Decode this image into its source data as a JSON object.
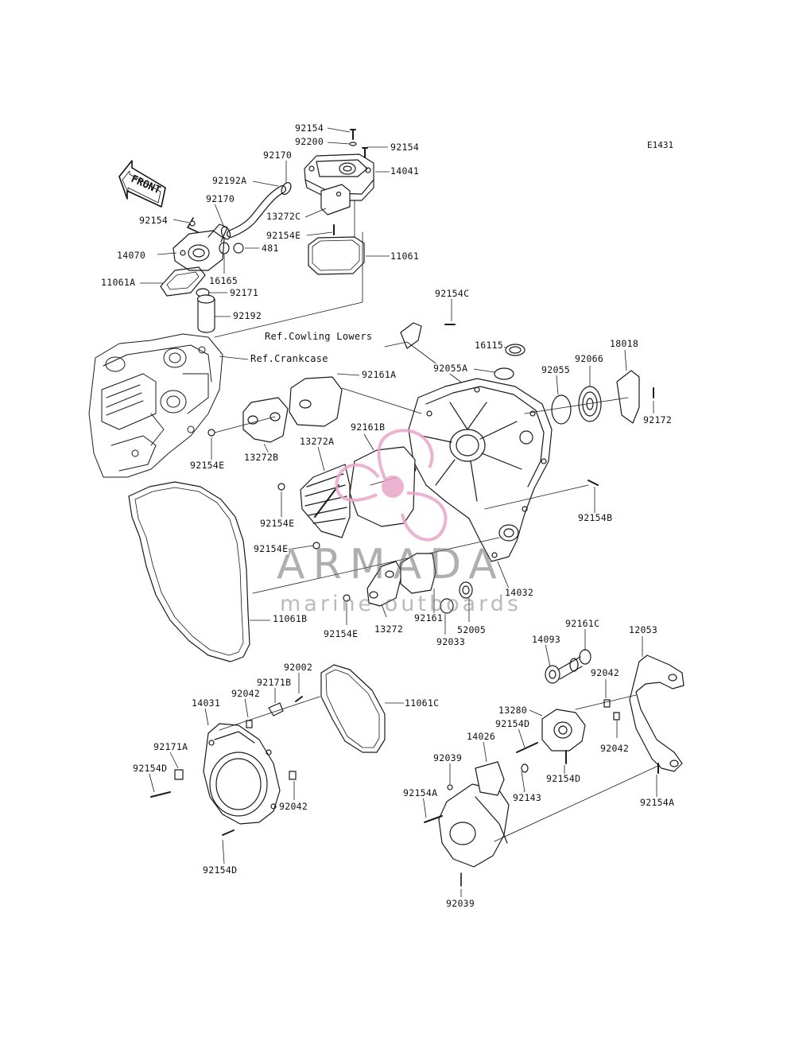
{
  "figure_id": "E1431",
  "front_label": "FRONT",
  "watermark": {
    "brand": "ARMADA",
    "tagline": "marine outboards",
    "accent_color": "#e8a6c8"
  },
  "parts": [
    {
      "id": "p01",
      "label": "92154"
    },
    {
      "id": "p02",
      "label": "92200"
    },
    {
      "id": "p03",
      "label": "92154"
    },
    {
      "id": "p04",
      "label": "92170"
    },
    {
      "id": "p05",
      "label": "14041"
    },
    {
      "id": "p06",
      "label": "92192A"
    },
    {
      "id": "p07",
      "label": "92170"
    },
    {
      "id": "p08",
      "label": "13272C"
    },
    {
      "id": "p09",
      "label": "92154"
    },
    {
      "id": "p10",
      "label": "92154E"
    },
    {
      "id": "p11",
      "label": "14070"
    },
    {
      "id": "p12",
      "label": "481"
    },
    {
      "id": "p13",
      "label": "11061"
    },
    {
      "id": "p14",
      "label": "16165"
    },
    {
      "id": "p15",
      "label": "11061A"
    },
    {
      "id": "p16",
      "label": "92171"
    },
    {
      "id": "p17",
      "label": "92192"
    },
    {
      "id": "p18",
      "label": "92154C"
    },
    {
      "id": "p19",
      "label": "Ref.Cowling Lowers"
    },
    {
      "id": "p20",
      "label": "16115"
    },
    {
      "id": "p21",
      "label": "Ref.Crankcase"
    },
    {
      "id": "p22",
      "label": "18018"
    },
    {
      "id": "p23",
      "label": "92055A"
    },
    {
      "id": "p24",
      "label": "92055"
    },
    {
      "id": "p25",
      "label": "92066"
    },
    {
      "id": "p26",
      "label": "92161A"
    },
    {
      "id": "p27",
      "label": "92172"
    },
    {
      "id": "p28",
      "label": "92161B"
    },
    {
      "id": "p29",
      "label": "13272A"
    },
    {
      "id": "p30",
      "label": "13272B"
    },
    {
      "id": "p31",
      "label": "92154E"
    },
    {
      "id": "p32",
      "label": "92154B"
    },
    {
      "id": "p33",
      "label": "92154E"
    },
    {
      "id": "p34",
      "label": "92154E"
    },
    {
      "id": "p35",
      "label": "14032"
    },
    {
      "id": "p36",
      "label": "11061B"
    },
    {
      "id": "p37",
      "label": "92154E"
    },
    {
      "id": "p38",
      "label": "13272"
    },
    {
      "id": "p39",
      "label": "92161"
    },
    {
      "id": "p40",
      "label": "52005"
    },
    {
      "id": "p41",
      "label": "92033"
    },
    {
      "id": "p42",
      "label": "92161C"
    },
    {
      "id": "p43",
      "label": "14093"
    },
    {
      "id": "p44",
      "label": "12053"
    },
    {
      "id": "p45",
      "label": "92002"
    },
    {
      "id": "p46",
      "label": "92171B"
    },
    {
      "id": "p47",
      "label": "92042"
    },
    {
      "id": "p48",
      "label": "14031"
    },
    {
      "id": "p49",
      "label": "11061C"
    },
    {
      "id": "p50",
      "label": "92042"
    },
    {
      "id": "p51",
      "label": "13280"
    },
    {
      "id": "p52",
      "label": "92154D"
    },
    {
      "id": "p53",
      "label": "92171A"
    },
    {
      "id": "p54",
      "label": "92042"
    },
    {
      "id": "p55",
      "label": "14026"
    },
    {
      "id": "p56",
      "label": "92154D"
    },
    {
      "id": "p57",
      "label": "92039"
    },
    {
      "id": "p58",
      "label": "92042"
    },
    {
      "id": "p59",
      "label": "92154D"
    },
    {
      "id": "p60",
      "label": "92143"
    },
    {
      "id": "p61",
      "label": "92154A"
    },
    {
      "id": "p62",
      "label": "92154A"
    },
    {
      "id": "p63",
      "label": "92154D"
    },
    {
      "id": "p64",
      "label": "92039"
    }
  ]
}
